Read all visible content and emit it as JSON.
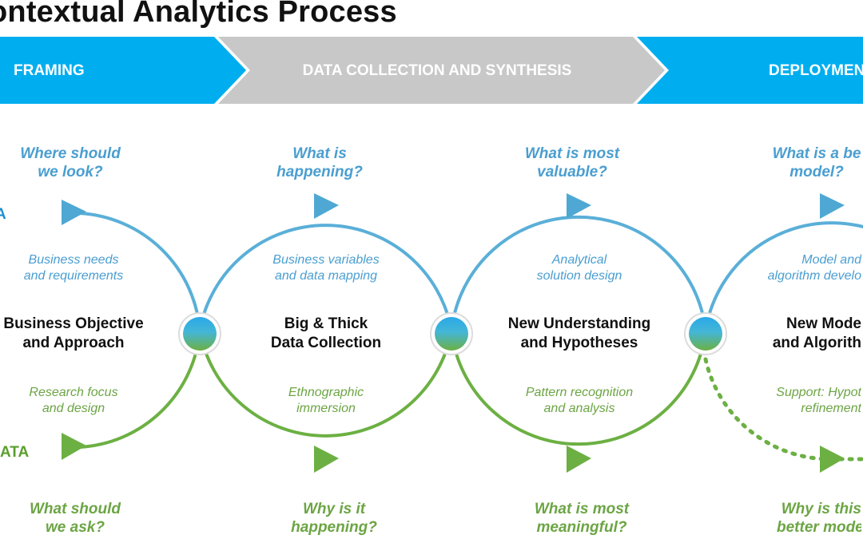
{
  "title": "ontextual Analytics Process",
  "phases": [
    {
      "label": "FRAMING",
      "color": "#00aeef"
    },
    {
      "label": "DATA COLLECTION AND SYNTHESIS",
      "color": "#c8c8c8"
    },
    {
      "label": "DEPLOYMEN",
      "color": "#00aeef"
    }
  ],
  "side_labels": {
    "top": "A",
    "bottom": "ATA"
  },
  "stages": [
    {
      "top_question": [
        "Where should",
        "we look?"
      ],
      "top_step": [
        "Business needs",
        "and requirements"
      ],
      "center": [
        "Business Objective",
        "and Approach"
      ],
      "bottom_step": [
        "Research focus",
        "and design"
      ],
      "bottom_question": [
        "What should",
        "we ask?"
      ]
    },
    {
      "top_question": [
        "What is",
        "happening?"
      ],
      "top_step": [
        "Business variables",
        "and data mapping"
      ],
      "center": [
        "Big & Thick",
        "Data Collection"
      ],
      "bottom_step": [
        "Ethnographic",
        "immersion"
      ],
      "bottom_question": [
        "Why is it",
        "happening?"
      ]
    },
    {
      "top_question": [
        "What is most",
        "valuable?"
      ],
      "top_step": [
        "Analytical",
        "solution design"
      ],
      "center": [
        "New Understanding",
        "and Hypotheses"
      ],
      "bottom_step": [
        "Pattern recognition",
        "and analysis"
      ],
      "bottom_question": [
        "What is most",
        "meaningful?"
      ]
    },
    {
      "top_question": [
        "What is a be",
        "model?"
      ],
      "top_step": [
        "Model and",
        "algorithm develo"
      ],
      "center": [
        "New Mode",
        "and Algorith"
      ],
      "bottom_step": [
        "Support: Hypot",
        "refinement"
      ],
      "bottom_question": [
        "Why is this",
        "better mode"
      ]
    }
  ],
  "colors": {
    "blue_arc": "#5aafd8",
    "green_arc": "#6cb043",
    "chevron_blue": "#00aeef",
    "chevron_grey": "#c8c8c8"
  }
}
